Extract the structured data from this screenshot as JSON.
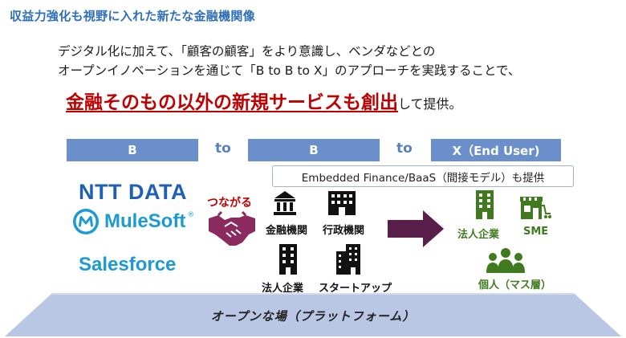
{
  "title": "収益力強化も視野に入れた新たな金融機関像",
  "intro": {
    "line1": "デジタル化に加えて、「顧客の顧客」をより意識し、ベンダなどとの",
    "line2": "オープンイノベーションを通じて「B to B to X」のアプローチを実践することで、",
    "highlight": "金融そのもの以外の新規サービスも創出",
    "highlight_tail": "して提供。"
  },
  "flow": {
    "b1": "B",
    "to1": "to",
    "b2": "B",
    "to2": "to",
    "x": "X（End User)"
  },
  "embedded_note": "Embedded Finance/BaaS（間接モデル）も提供",
  "partners": [
    "NTT DATA",
    "MuleSoft",
    "Salesforce"
  ],
  "partner_trademark": "®",
  "connect_label": "つながる",
  "middle": [
    {
      "label": "金融機関",
      "icon": "bank-icon"
    },
    {
      "label": "行政機関",
      "icon": "government-building-icon"
    },
    {
      "label": "法人企業",
      "icon": "office-building-icon"
    },
    {
      "label": "スタートアップ",
      "icon": "startup-building-icon"
    }
  ],
  "end_users": [
    {
      "label": "法人企業",
      "icon": "corporate-building-icon"
    },
    {
      "label": "SME",
      "icon": "shop-icon"
    },
    {
      "label": "個人（マス層）",
      "icon": "people-icon"
    }
  ],
  "platform_label": "オープンな場（プラットフォーム）",
  "colors": {
    "title": "#2e6fb8",
    "bar": "#6b8fcb",
    "highlight": "#c00000",
    "handshake": "#8b2a5e",
    "arrow": "#5a1e4a",
    "end_user_green": "#3f7a1e",
    "platform": "#b9c6e4"
  }
}
